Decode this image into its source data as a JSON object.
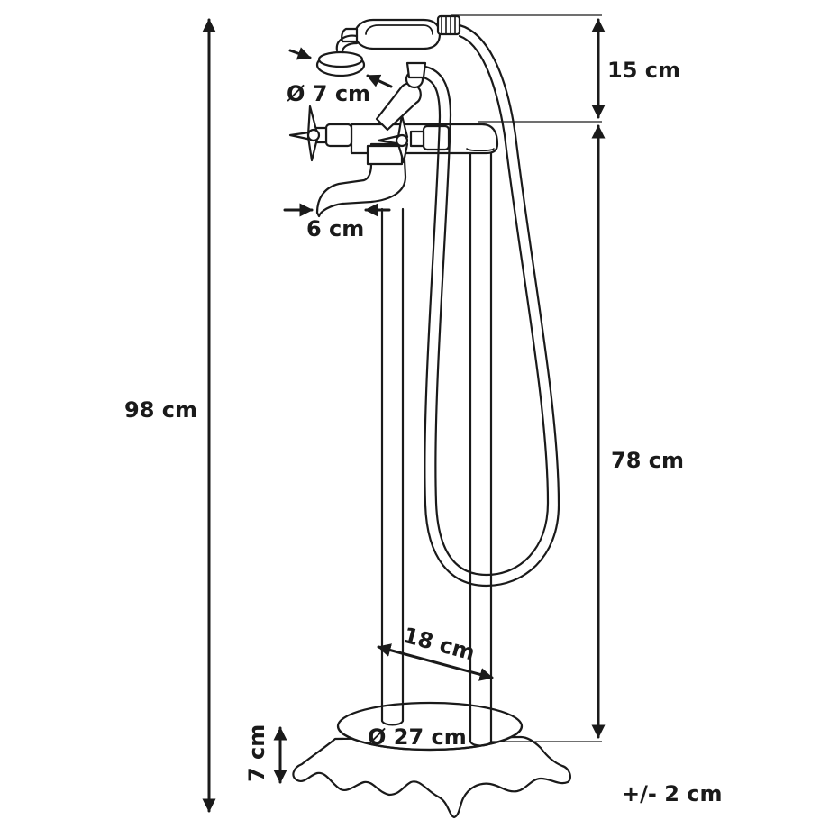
{
  "dimensions": {
    "total_height": "98 cm",
    "head_height": "15 cm",
    "body_height": "78 cm",
    "shower_diameter": "Ø 7 cm",
    "spout_width": "6 cm",
    "pipe_spacing": "18 cm",
    "base_diameter": "Ø 27 cm",
    "feet_height": "7 cm"
  },
  "tolerance": "+/- 2 cm",
  "colors": {
    "line": "#1a1a1a",
    "background": "#ffffff"
  }
}
